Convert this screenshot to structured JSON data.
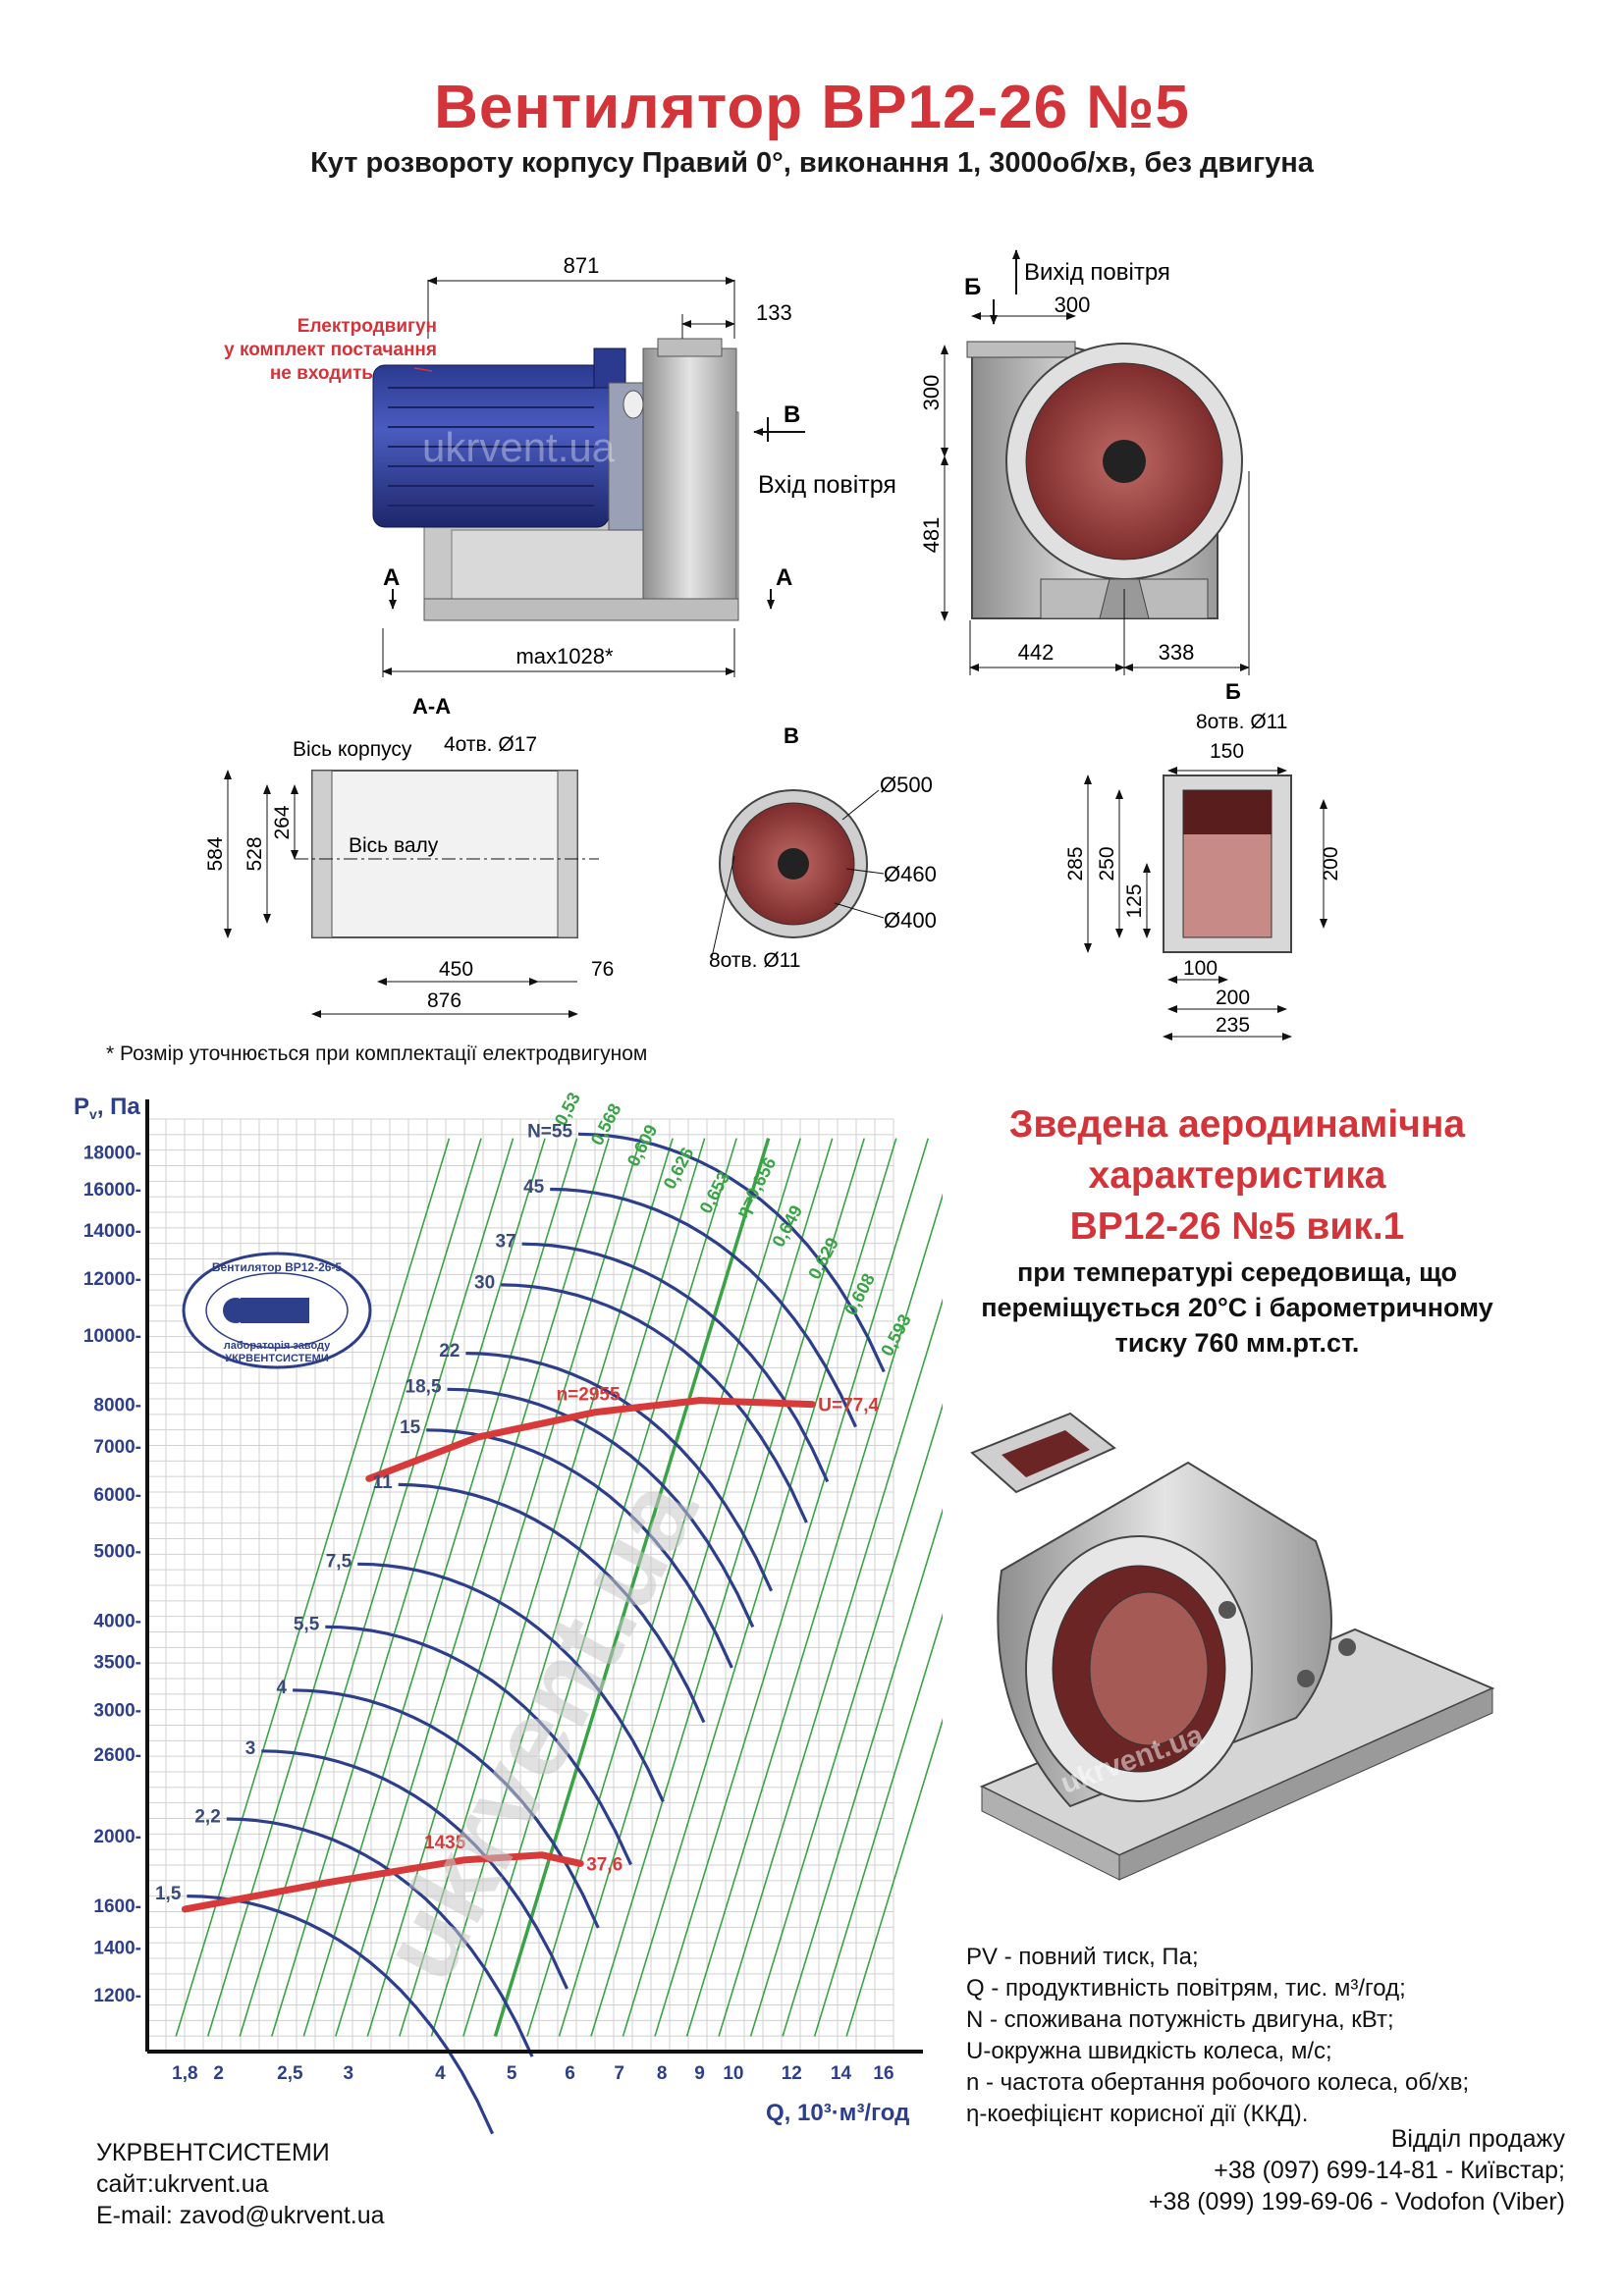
{
  "header": {
    "title": "Вентилятор  ВР12-26 №5",
    "subtitle": "Кут розвороту корпусу Правий 0°, виконання 1, 3000об/хв, без двигуна"
  },
  "side_view": {
    "dim_length": "871",
    "dim_inlet": "133",
    "dim_base": "max1028*",
    "motor_note_l1": "Електродвигун",
    "motor_note_l2": "у комплект постачання",
    "motor_note_l3": "не входить",
    "inlet_label": "Вхід повітря",
    "section_a": "А",
    "section_v": "В",
    "watermark": "ukrvent.ua"
  },
  "front_view": {
    "outlet_label": "Вихід повітря",
    "section_b": "Б",
    "dim_outlet_w": "300",
    "dim_top_h": "300",
    "dim_bottom_h": "481",
    "dim_left_w": "442",
    "dim_right_w": "338"
  },
  "section_aa": {
    "title": "А-А",
    "axis_body": "Вісь корпусу",
    "holes": "4отв. Ø17",
    "axis_shaft": "Вісь валу",
    "dim_584": "584",
    "dim_528": "528",
    "dim_264": "264",
    "dim_450": "450",
    "dim_76": "76",
    "dim_876": "876"
  },
  "section_v": {
    "title": "В",
    "d500": "Ø500",
    "d460": "Ø460",
    "d400": "Ø400",
    "holes": "8отв. Ø11"
  },
  "section_b": {
    "title": "Б",
    "holes": "8отв. Ø11",
    "dim_150": "150",
    "dim_285": "285",
    "dim_250": "250",
    "dim_125": "125",
    "dim_200v": "200",
    "dim_100": "100",
    "dim_200h": "200",
    "dim_235": "235"
  },
  "note": "* Розмір уточнюється при комплектації електродвигуном",
  "aero": {
    "title_l1": "Зведена аеродинамічна",
    "title_l2": "характеристика",
    "title_l3": "ВР12-26 №5 вик.1",
    "sub_l1": "при температурі середовища, що",
    "sub_l2": "переміщується 20°С і барометричному",
    "sub_l3": "тиску 760 мм.рт.ст."
  },
  "chart_data": {
    "type": "line",
    "title": "",
    "ylabel": "P",
    "ylabel_sub": "v",
    "ylabel_unit": ", Па",
    "xlabel": "Q, 10³·м³/год",
    "x_scale": "log",
    "y_scale": "log",
    "xlim": [
      1.6,
      16.5
    ],
    "ylim": [
      1000,
      20000
    ],
    "x_ticks": [
      1.8,
      2,
      2.5,
      3,
      4,
      5,
      6,
      7,
      8,
      9,
      10,
      12,
      14,
      16
    ],
    "x_tick_labels": [
      "1,8",
      "2",
      "2,5",
      "3",
      "4",
      "5",
      "6",
      "7",
      "8",
      "9",
      "10",
      "12",
      "14",
      "16"
    ],
    "y_ticks": [
      1200,
      1400,
      1600,
      2000,
      2600,
      3000,
      3500,
      4000,
      5000,
      6000,
      7000,
      8000,
      10000,
      12000,
      14000,
      16000,
      18000
    ],
    "y_tick_labels": [
      "1200-",
      "1400-",
      "1600-",
      "2000-",
      "2600-",
      "3000-",
      "3500-",
      "4000-",
      "5000-",
      "6000-",
      "7000-",
      "8000-",
      "10000-",
      "12000-",
      "14000-",
      "16000-",
      "18000-"
    ],
    "grid": true,
    "speed_curves": [
      {
        "label_n": "n=2955",
        "label_u": "U=77,4",
        "points": [
          [
            3.2,
            6300
          ],
          [
            4.5,
            7200
          ],
          [
            6.5,
            7800
          ],
          [
            9,
            8100
          ],
          [
            12.8,
            8000
          ]
        ]
      },
      {
        "label_n": "1435",
        "label_u": "37,6",
        "points": [
          [
            1.8,
            1580
          ],
          [
            2.8,
            1720
          ],
          [
            4.3,
            1850
          ],
          [
            5.5,
            1880
          ],
          [
            6.2,
            1830
          ]
        ]
      }
    ],
    "power_labels": [
      "N=55",
      "45",
      "37",
      "30",
      "22",
      "18,5",
      "15",
      "11",
      "7,5",
      "5,5",
      "4",
      "3",
      "2,2",
      "1,5"
    ],
    "power_levels": [
      {
        "label": "N=55",
        "p": 18500
      },
      {
        "label": "45",
        "p": 15500
      },
      {
        "label": "37",
        "p": 13000
      },
      {
        "label": "30",
        "p": 11400
      },
      {
        "label": "22",
        "p": 9150
      },
      {
        "label": "18,5",
        "p": 8150
      },
      {
        "label": "15",
        "p": 7150
      },
      {
        "label": "11",
        "p": 6000
      },
      {
        "label": "7,5",
        "p": 4650
      },
      {
        "label": "5,5",
        "p": 3800
      },
      {
        "label": "4",
        "p": 3100
      },
      {
        "label": "3",
        "p": 2550
      },
      {
        "label": "2,2",
        "p": 2050
      },
      {
        "label": "1,5",
        "p": 1600
      }
    ],
    "efficiency_labels": [
      "0,53",
      "0,568",
      "0,609",
      "0,626",
      "0,653",
      "η=0,656",
      "0,649",
      "0,629",
      "0,608",
      "0,593"
    ],
    "colors": {
      "speed": "#d83a3a",
      "power": "#2d3e8a",
      "efficiency": "#3aa345",
      "grid": "#d0d0d0"
    }
  },
  "stamp": {
    "top": "Вентилятор ВР12-26-5",
    "bottom1": "лабораторія заводу",
    "bottom2": "УКРВЕНТСИСТЕМИ"
  },
  "legend": {
    "pv": "PV - повний тиск, Па;",
    "q": "Q - продуктивність повітрям, тис. м³/год;",
    "n": "N - споживана потужність двигуна, кВт;",
    "u": "U-окружна швидкість колеса, м/с;",
    "nn": "n - частота обертання робочого колеса, об/хв;",
    "eta": "η-коефіцієнт корисної дії (ККД)."
  },
  "company": {
    "name": "УКРВЕНТСИСТЕМИ",
    "site": "сайт:ukrvent.ua",
    "email": "E-mail: zavod@ukrvent.ua"
  },
  "sales": {
    "title": "Відділ продажу",
    "phone1": "+38 (097) 699-14-81 - Київстар;",
    "phone2": "+38 (099) 199-69-06 - Vodofon (Viber)"
  },
  "render_watermark": "ukrvent.ua",
  "chart_watermark": "ukrvent.ua"
}
